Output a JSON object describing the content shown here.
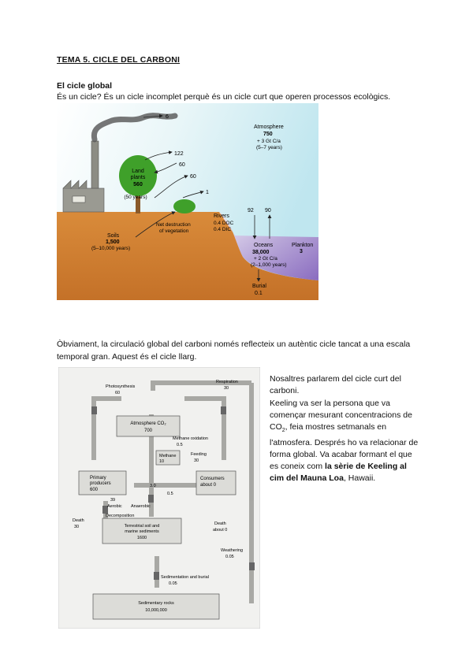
{
  "doc": {
    "title": "TEMA 5. CICLE DEL CARBONI",
    "section_heading": "El cicle global",
    "intro": "És un cicle? És un cicle incomplet perquè és un cicle curt que operen processos ecològics.",
    "long_cycle_text": "Òbviament, la circulació global del carboni només reflecteix un autèntic cicle tancat a una escala temporal gran. Aquest és el cicle llarg.",
    "side_text_1": "Nosaltres parlarem del cicle curt del carboni.",
    "side_text_2a": "Keeling va ser la persona que va començar mesurant concentracions de CO",
    "side_text_2_sub": "2",
    "side_text_2b": ", feia mostres setmanals en l'atmosfera. Després ho va relacionar de forma global. Va acabar formant el que es coneix com ",
    "side_text_bold": "la sèrie de Keeling al cim del Mauna Loa",
    "side_text_end": ", Hawaii."
  },
  "fig1": {
    "atmosphere": "Atmosphere",
    "atm_value": "750",
    "atm_rate": "+ 3 Gt C/a",
    "atm_years": "(5–7 years)",
    "smoke_value": "6",
    "land_plants_1": "Land",
    "land_plants_2": "plants",
    "land_plants_value": "560",
    "land_plants_years": "(50 years)",
    "arrow_122": "122",
    "arrow_60a": "60",
    "arrow_60b": "60",
    "arrow_1": "1",
    "soils": "Soils",
    "soils_value": "1,500",
    "soils_years": "(5–10,000 years)",
    "net_destruction_1": "Net destruction",
    "net_destruction_2": "of vegetation",
    "rivers": "Rivers",
    "rivers_doc": "0.4 DOC",
    "rivers_dic": "0.4 DIC",
    "ocean_in": "92",
    "ocean_out": "90",
    "oceans": "Oceans",
    "oceans_value": "38,000",
    "oceans_rate": "+ 2 Gt C/a",
    "oceans_years": "(2–1,000 years)",
    "plankton": "Plankton",
    "plankton_value": "3",
    "burial": "Burial",
    "burial_value": "0.1"
  },
  "fig2": {
    "photosynthesis": "Photosynthesis",
    "photosynthesis_value": "60",
    "respiration": "Respiration",
    "respiration_value": "30",
    "atmosphere": "Atmosphere CO₂",
    "atmosphere_value": "700",
    "methane_oxidation": "Methane oxidation",
    "methane_oxidation_value": "0.5",
    "methane": "Methane",
    "methane_value": "10",
    "feeding": "Feeding",
    "feeding_value": "30",
    "primary_producers": "Primary",
    "primary_producers_2": "producers",
    "primary_value": "600",
    "consumers": "Consumers",
    "consumers_value": "about 0",
    "v39": "39",
    "aerobic": "Aerobic",
    "anaerobic": "Anaerobic",
    "v30": "3.0",
    "v05": "0.5",
    "decomposition": "Decomposition",
    "death_left": "Death",
    "death_left_value": "30",
    "death_right": "Death",
    "death_right_value": "about 0",
    "terrestrial_1": "Terrestrial soil and",
    "terrestrial_2": "marine sediments",
    "terrestrial_value": "1600",
    "weathering": "Weathering",
    "weathering_value": "0.05",
    "sedimentation": "Sedimentation and burial",
    "sedimentation_value": "0.05",
    "rocks": "Sedimentary rocks",
    "rocks_value": "10,000,000"
  }
}
